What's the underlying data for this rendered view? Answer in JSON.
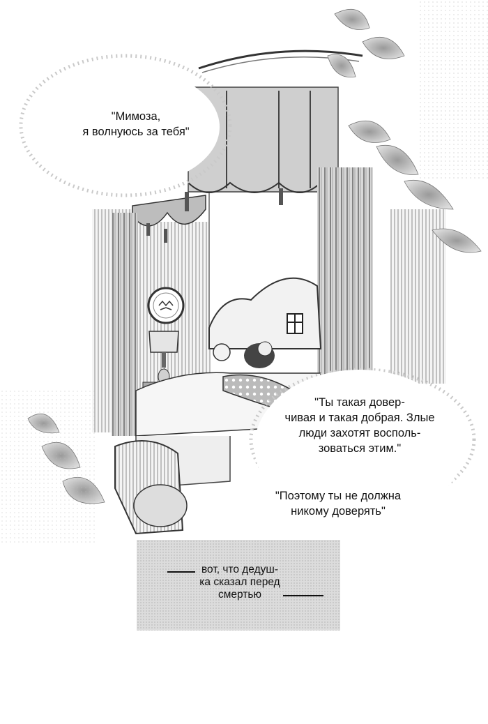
{
  "balloons": {
    "first": {
      "lines": [
        "\"Мимоза,",
        "я волнуюсь за тебя\""
      ]
    },
    "second": {
      "lines": [
        "\"Ты такая довер-",
        "чивая и такая добрая. Злые",
        "люди захотят восполь-",
        "зоваться этим.\""
      ]
    },
    "third": {
      "lines": [
        "\"Поэтому ты не должна",
        "никому доверять\""
      ]
    }
  },
  "caption": {
    "lines": [
      "вот, что дедуш-",
      "ка сказал перед",
      "смертью"
    ]
  }
}
